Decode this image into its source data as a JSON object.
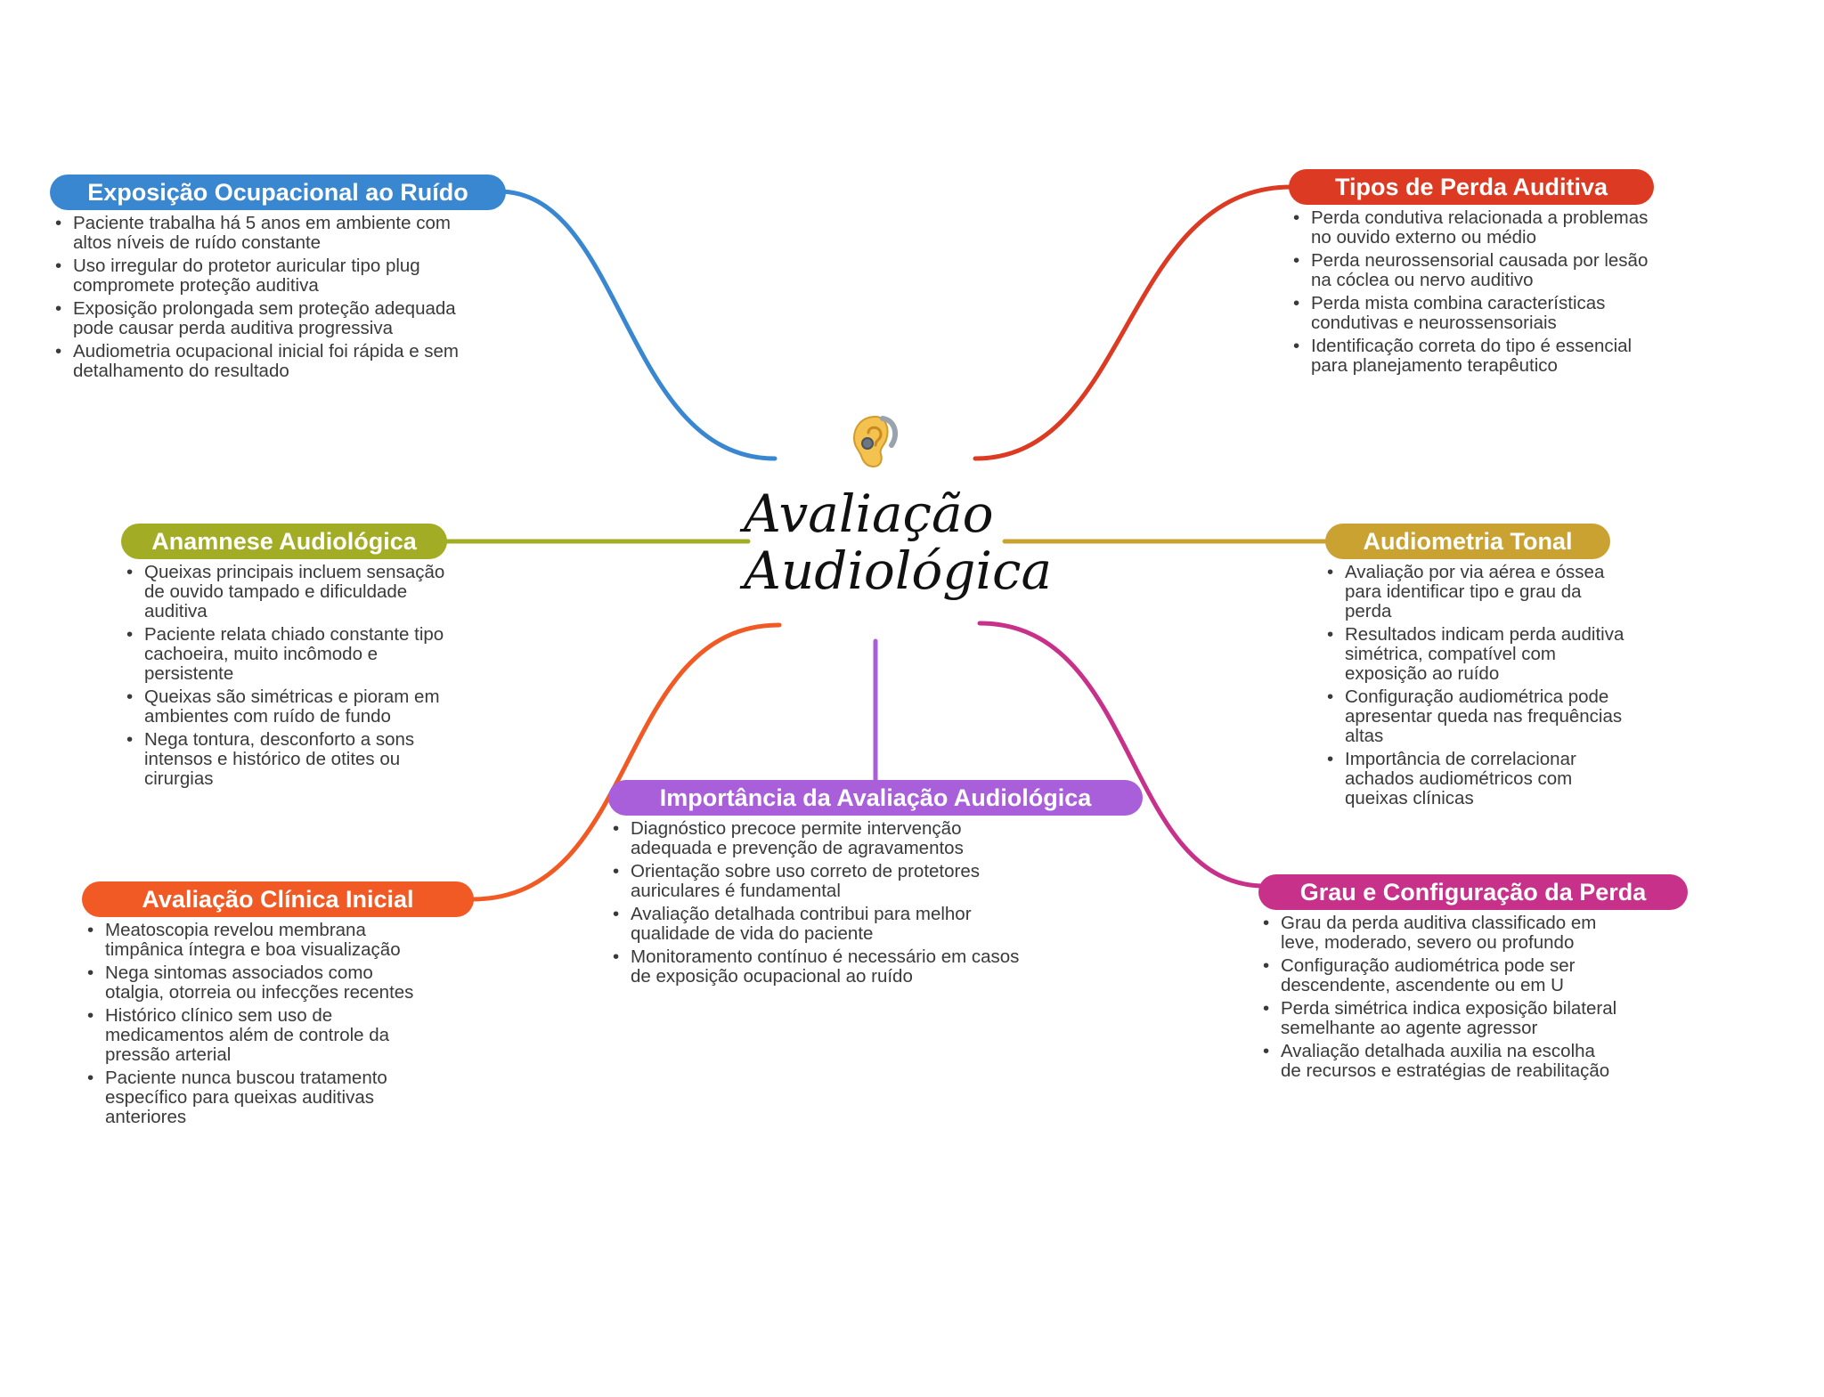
{
  "center": {
    "icon": "hearing-aid-ear-icon",
    "title_line1": "Avaliação",
    "title_line2": "Audiológica"
  },
  "branches": {
    "exposicao": {
      "color": "#3a87d1",
      "title": "Exposição Ocupacional ao Ruído",
      "items": [
        "Paciente trabalha há 5 anos em ambiente com altos níveis de ruído constante",
        "Uso irregular do protetor auricular tipo plug compromete proteção auditiva",
        "Exposição prolongada sem proteção adequada pode causar perda auditiva progressiva",
        "Audiometria ocupacional inicial foi rápida e sem detalhamento do resultado"
      ]
    },
    "tipos": {
      "color": "#dc3a22",
      "title": "Tipos de Perda Auditiva",
      "items": [
        "Perda condutiva relacionada a problemas no ouvido externo ou médio",
        "Perda neurossensorial causada por lesão na cóclea ou nervo auditivo",
        "Perda mista combina características condutivas e neurossensoriais",
        "Identificação correta do tipo é essencial para planejamento terapêutico"
      ]
    },
    "anamnese": {
      "color": "#a2ac25",
      "title": "Anamnese Audiológica",
      "items": [
        "Queixas principais incluem sensação de ouvido tampado e dificuldade auditiva",
        "Paciente relata chiado constante tipo cachoeira, muito incômodo e persistente",
        "Queixas são simétricas e pioram em ambientes com ruído de fundo",
        "Nega tontura, desconforto a sons intensos e histórico de otites ou cirurgias"
      ]
    },
    "audiometria": {
      "color": "#c9a232",
      "title": "Audiometria Tonal",
      "items": [
        "Avaliação por via aérea e óssea para identificar tipo e grau da perda",
        "Resultados indicam perda auditiva simétrica, compatível com exposição ao ruído",
        "Configuração audiométrica pode apresentar queda nas frequências altas",
        "Importância de correlacionar achados audiométricos com queixas clínicas"
      ]
    },
    "importancia": {
      "color": "#a85fd9",
      "title": "Importância da Avaliação Audiológica",
      "items": [
        "Diagnóstico precoce permite intervenção adequada e prevenção de agravamentos",
        "Orientação sobre uso correto de protetores auriculares é fundamental",
        "Avaliação detalhada contribui para melhor qualidade de vida do paciente",
        "Monitoramento contínuo é necessário em casos de exposição ocupacional ao ruído"
      ]
    },
    "clinica": {
      "color": "#f15a24",
      "title": "Avaliação Clínica Inicial",
      "items": [
        "Meatoscopia revelou membrana timpânica íntegra e boa visualização",
        "Nega sintomas associados como otalgia, otorreia ou infecções recentes",
        "Histórico clínico sem uso de medicamentos além de controle da pressão arterial",
        "Paciente nunca buscou tratamento específico para queixas auditivas anteriores"
      ]
    },
    "grau": {
      "color": "#c8318a",
      "title": "Grau e Configuração da Perda",
      "items": [
        "Grau da perda auditiva classificado em leve, moderado, severo ou profundo",
        "Configuração audiométrica pode ser descendente, ascendente ou em U",
        "Perda simétrica indica exposição bilateral semelhante ao agente agressor",
        "Avaliação detalhada auxilia na escolha de recursos e estratégias de reabilitação"
      ]
    }
  }
}
